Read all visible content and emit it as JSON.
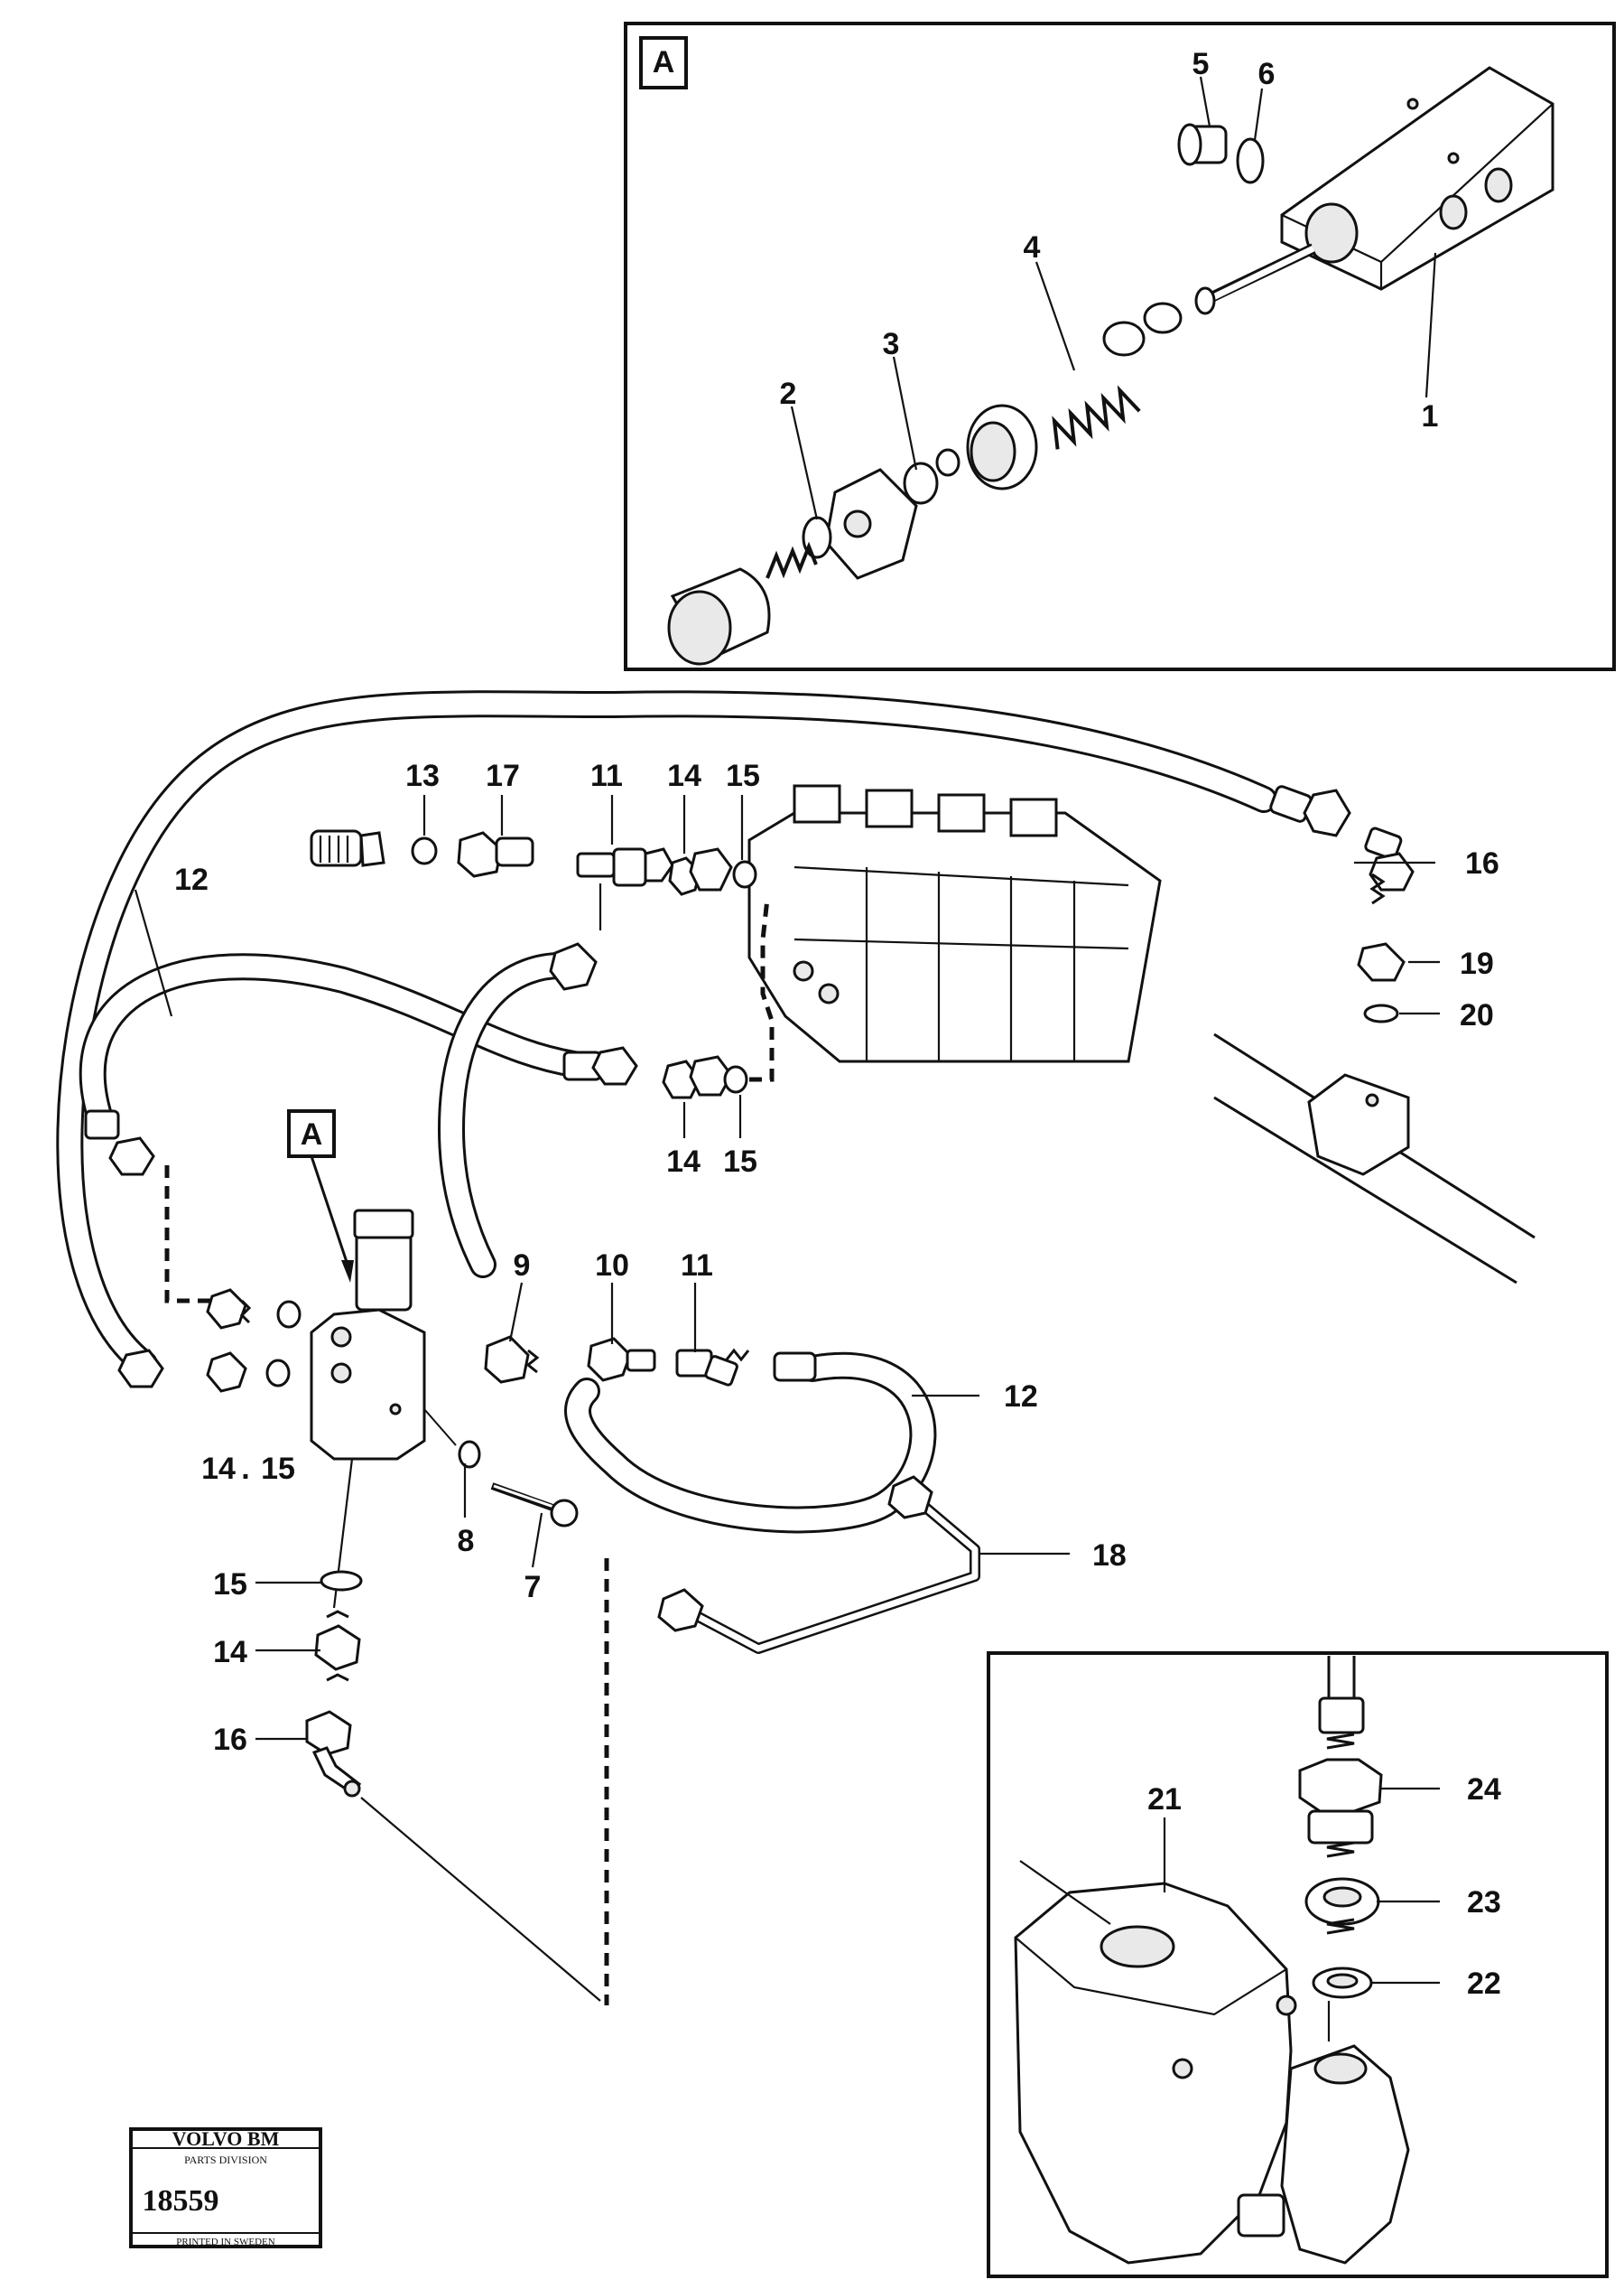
{
  "inset_a": {
    "view_label": "A",
    "parts": [
      "1",
      "2",
      "3",
      "4",
      "5",
      "6"
    ]
  },
  "main_view": {
    "detail_ref_label": "A",
    "parts": [
      "7",
      "8",
      "9",
      "10",
      "11",
      "11",
      "12",
      "12",
      "13",
      "14",
      "14",
      "14",
      "14",
      "15",
      "15",
      "15",
      "15",
      "16",
      "16",
      "17",
      "18",
      "19",
      "20"
    ]
  },
  "inset_pump": {
    "parts": [
      "21",
      "22",
      "23",
      "24"
    ]
  },
  "stamp": {
    "brand": "VOLVO BM",
    "division": "PARTS DIVISION",
    "number": "18559",
    "footer": "PRINTED IN SWEDEN"
  }
}
